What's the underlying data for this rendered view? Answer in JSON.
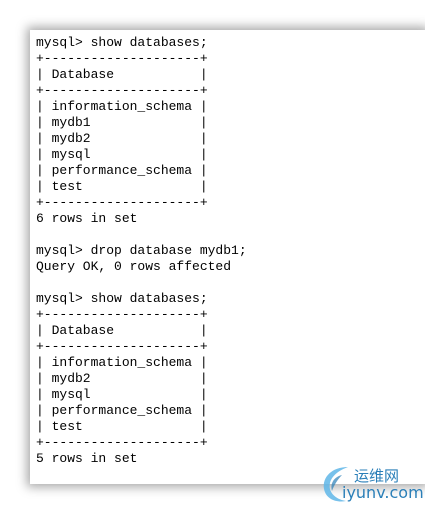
{
  "terminal": {
    "lines": [
      "mysql> show databases;",
      "+--------------------+",
      "| Database           |",
      "+--------------------+",
      "| information_schema |",
      "| mydb1              |",
      "| mydb2              |",
      "| mysql              |",
      "| performance_schema |",
      "| test               |",
      "+--------------------+",
      "6 rows in set",
      "",
      "mysql> drop database mydb1;",
      "Query OK, 0 rows affected",
      "",
      "mysql> show databases;",
      "+--------------------+",
      "| Database           |",
      "+--------------------+",
      "| information_schema |",
      "| mydb2              |",
      "| mysql              |",
      "| performance_schema |",
      "| test               |",
      "+--------------------+",
      "5 rows in set"
    ]
  },
  "watermark": {
    "chinese": "运维网",
    "domain": "iyunv.com",
    "color": "#2a7fb8"
  }
}
